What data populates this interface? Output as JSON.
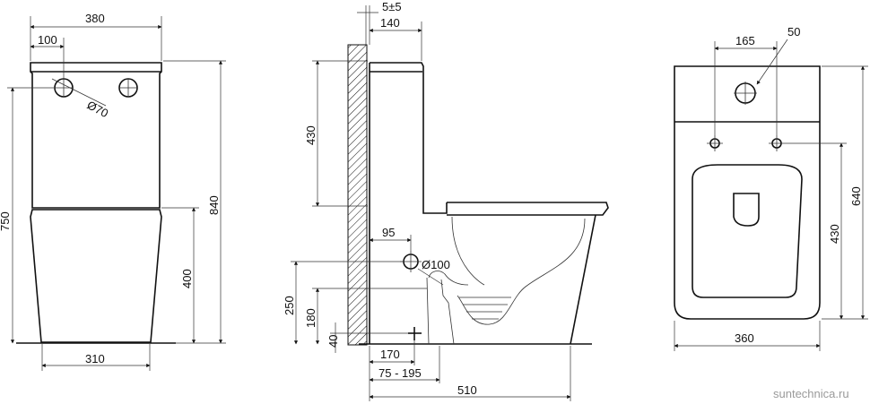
{
  "front_view": {
    "width_top": "380",
    "offset_100": "100",
    "diameter_70": "Ø70",
    "height_750": "750",
    "height_840": "840",
    "height_400": "400",
    "width_base": "310"
  },
  "side_view": {
    "gap": "5±5",
    "depth_140": "140",
    "tank_430": "430",
    "offset_95": "95",
    "outlet_diameter": "Ø100",
    "h_250": "250",
    "h_180": "180",
    "h_40": "40",
    "d_170": "170",
    "d_range": "75 - 195",
    "d_510": "510"
  },
  "top_view": {
    "d_165": "165",
    "d_50": "50",
    "h_640": "640",
    "h_430": "430",
    "w_360": "360"
  },
  "watermark": "suntechnica.ru"
}
